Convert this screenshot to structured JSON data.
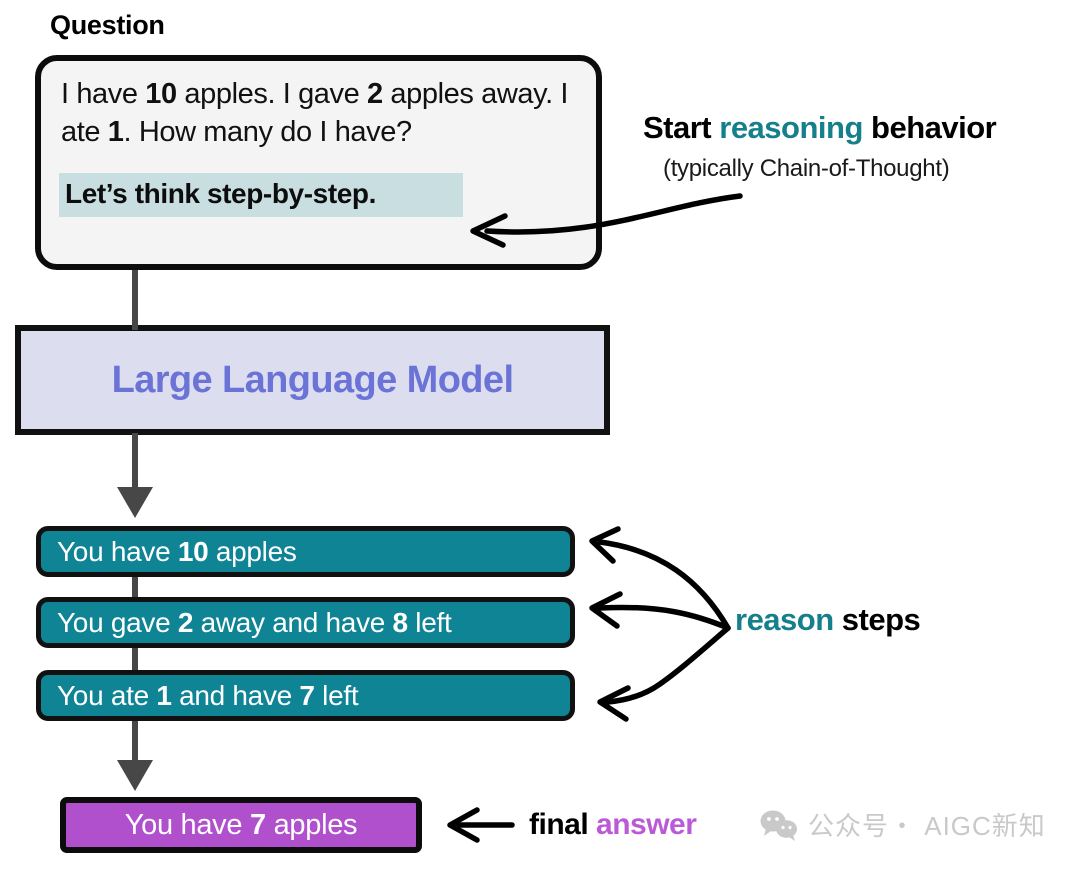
{
  "diagram": {
    "title_label": "Question",
    "question": {
      "prompt_html": "I have <b>10</b> apples. I gave <b>2</b> apples away. I ate <b>1</b>. How many do I have?",
      "prompt_plain": "I have 10 apples. I gave 2 apples away. I ate 1. How many do I have?",
      "cot_trigger": "Let’s think step-by-step."
    },
    "annotations": {
      "start_reasoning_prefix": "Start ",
      "start_reasoning_accent": "reasoning",
      "start_reasoning_suffix": " behavior",
      "cot_subtitle": "(typically Chain-of-Thought)",
      "reason_steps_accent": "reason",
      "reason_steps_suffix": " steps",
      "final_answer_prefix": "final ",
      "final_answer_accent": "answer"
    },
    "model": {
      "label": "Large Language Model"
    },
    "reason_steps": [
      {
        "text_html": "You have <b>10</b> apples",
        "text_plain": "You have 10 apples"
      },
      {
        "text_html": "You gave <b>2</b> away and have <b>8</b> left",
        "text_plain": "You gave 2 away and have 8 left"
      },
      {
        "text_html": "You ate <b>1</b> and have <b>7</b> left",
        "text_plain": "You ate 1 and have 7 left"
      }
    ],
    "final_answer": {
      "text_html": "You have <b>7</b> apples",
      "text_plain": "You have 7 apples"
    },
    "watermark": {
      "icon": "wechat-icon",
      "text": "公众号・ AIGC新知"
    },
    "colors": {
      "teal": "#0f8494",
      "teal_text": "#157f8c",
      "purple": "#b050cc",
      "purple_text": "#bb5ad6",
      "lavender_fill": "#dcdef0",
      "lavender_text": "#6b74d6",
      "highlight": "#c8dee0",
      "box_fill": "#f4f4f4",
      "stroke": "#111111",
      "arrow_gray": "#474747",
      "watermark_gray": "#c9c9c9"
    }
  }
}
